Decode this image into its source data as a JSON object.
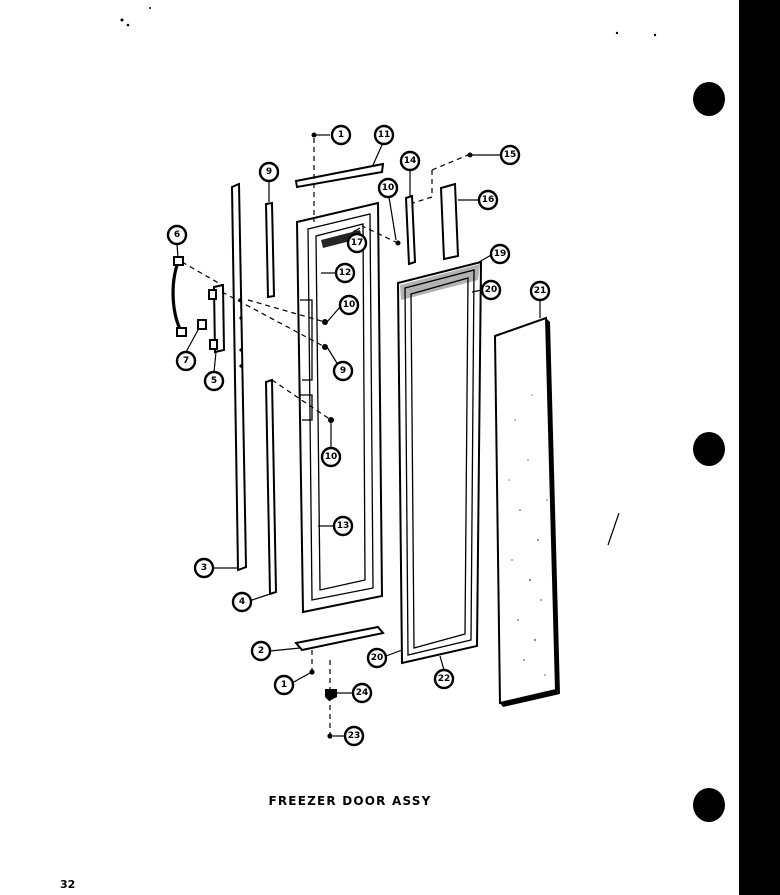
{
  "title": "FREEZER DOOR ASSY",
  "page_number": "32",
  "callouts": [
    {
      "id": "c1-top",
      "label": "1"
    },
    {
      "id": "c11",
      "label": "11"
    },
    {
      "id": "c9-top",
      "label": "9"
    },
    {
      "id": "c14",
      "label": "14"
    },
    {
      "id": "c15",
      "label": "15"
    },
    {
      "id": "c10-top",
      "label": "10"
    },
    {
      "id": "c16",
      "label": "16"
    },
    {
      "id": "c6",
      "label": "6"
    },
    {
      "id": "c17",
      "label": "17"
    },
    {
      "id": "c12",
      "label": "12"
    },
    {
      "id": "c19",
      "label": "19"
    },
    {
      "id": "c20-top",
      "label": "20"
    },
    {
      "id": "c21",
      "label": "21"
    },
    {
      "id": "c10-mid",
      "label": "10"
    },
    {
      "id": "c7",
      "label": "7"
    },
    {
      "id": "c9-mid",
      "label": "9"
    },
    {
      "id": "c5",
      "label": "5"
    },
    {
      "id": "c10-low",
      "label": "10"
    },
    {
      "id": "c13",
      "label": "13"
    },
    {
      "id": "c3",
      "label": "3"
    },
    {
      "id": "c4",
      "label": "4"
    },
    {
      "id": "c2",
      "label": "2"
    },
    {
      "id": "c20-bot",
      "label": "20"
    },
    {
      "id": "c22",
      "label": "22"
    },
    {
      "id": "c1-bot",
      "label": "1"
    },
    {
      "id": "c24",
      "label": "24"
    },
    {
      "id": "c23",
      "label": "23"
    }
  ]
}
